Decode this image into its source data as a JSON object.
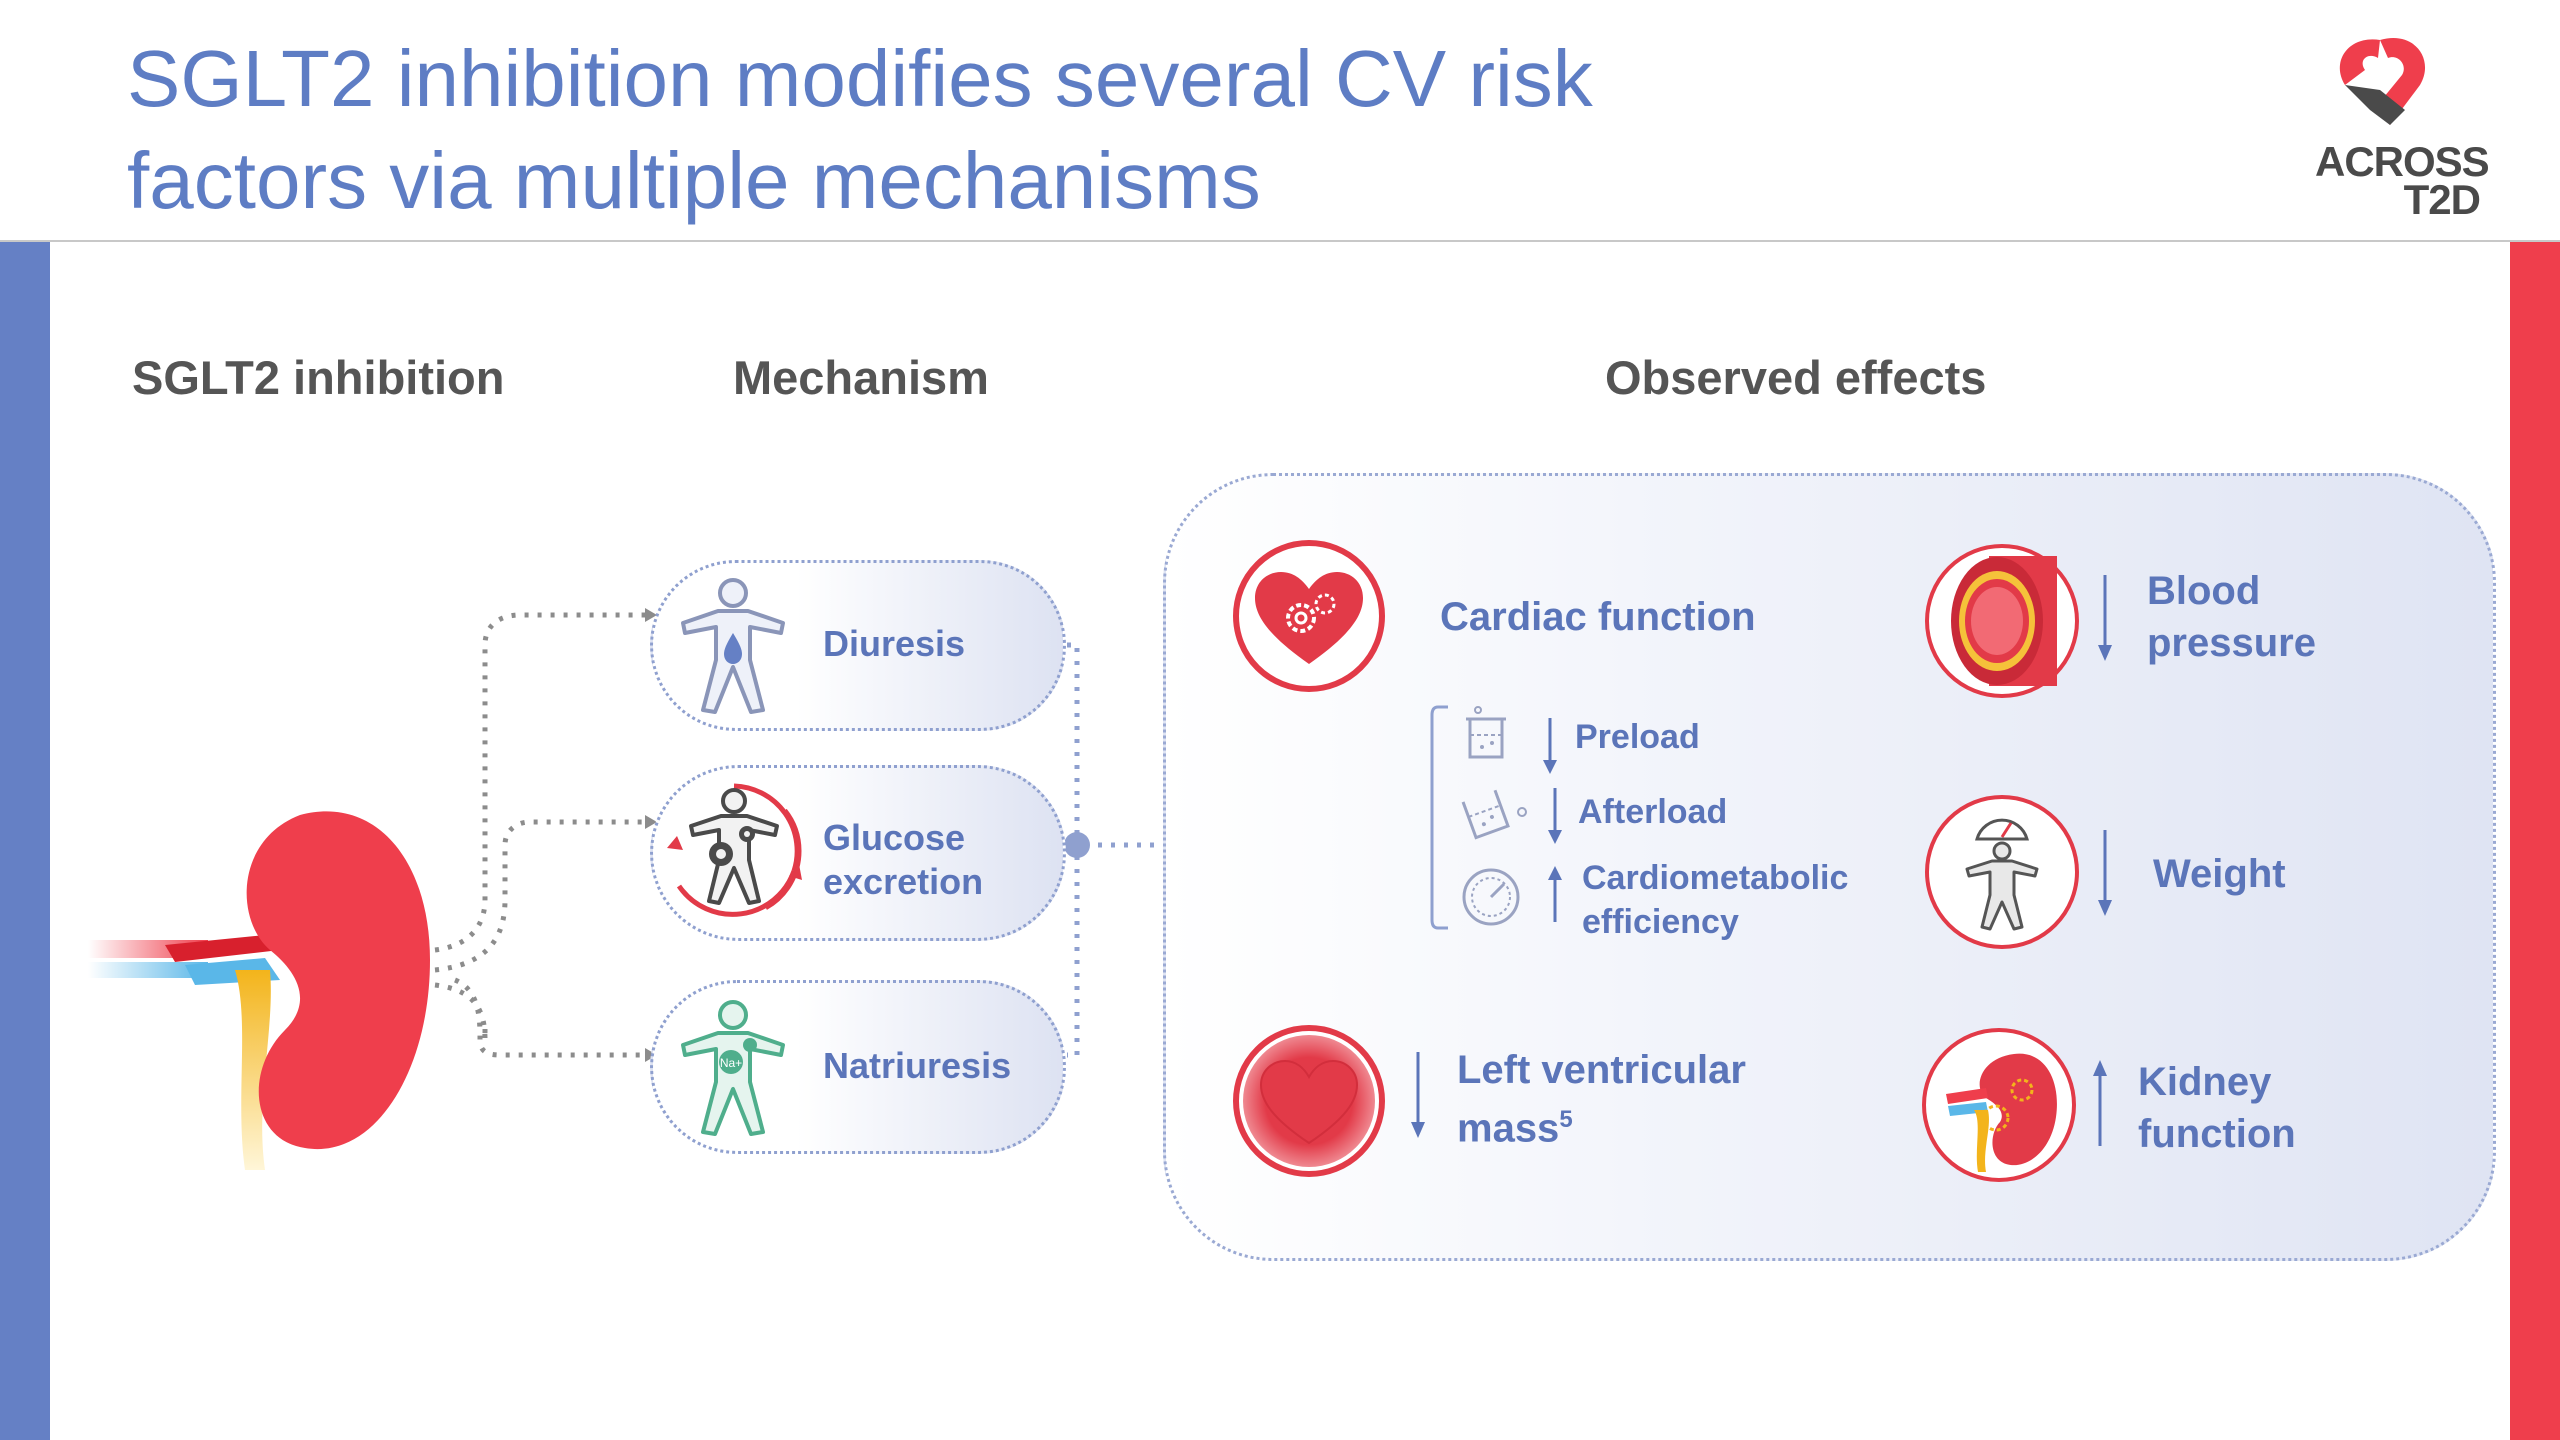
{
  "header": {
    "title": "SGLT2 inhibition modifies several CV risk factors via multiple mechanisms",
    "logo": {
      "line1": "ACROSS",
      "line2": "T2D",
      "colors": {
        "red": "#ef3e4c",
        "dark": "#4a4a4a"
      }
    }
  },
  "columns": {
    "inhibition": "SGLT2 inhibition",
    "mechanism": "Mechanism",
    "effects": "Observed effects"
  },
  "mechanisms": [
    {
      "label": "Diuresis",
      "icon": "body-droplet-icon"
    },
    {
      "label_line1": "Glucose",
      "label_line2": "excretion",
      "icon": "body-gears-icon"
    },
    {
      "label": "Natriuresis",
      "icon": "body-sodium-icon",
      "badge": "Na+"
    }
  ],
  "effects": {
    "cardiac": {
      "label": "Cardiac function",
      "icon": "heart-gears-icon",
      "sub": [
        {
          "label": "Preload",
          "direction": "down",
          "icon": "beaker-icon"
        },
        {
          "label": "Afterload",
          "direction": "down",
          "icon": "tilted-beaker-icon"
        },
        {
          "label_line1": "Cardiometabolic",
          "label_line2": "efficiency",
          "direction": "up",
          "icon": "gauge-icon"
        }
      ]
    },
    "lv_mass": {
      "label_line1": "Left ventricular",
      "label_line2": "mass",
      "sup": "5",
      "direction": "down",
      "icon": "heart-icon"
    },
    "blood_pressure": {
      "label_line1": "Blood",
      "label_line2": "pressure",
      "direction": "down",
      "icon": "artery-icon"
    },
    "weight": {
      "label": "Weight",
      "direction": "down",
      "icon": "body-scale-icon"
    },
    "kidney": {
      "label_line1": "Kidney",
      "label_line2": "function",
      "direction": "up",
      "icon": "kidney-gears-icon"
    }
  },
  "colors": {
    "title_blue": "#5e7dc4",
    "accent_blue": "#6580c5",
    "accent_red": "#ef3e4c",
    "label_blue": "#5b75b9",
    "heading_gray": "#555555"
  }
}
